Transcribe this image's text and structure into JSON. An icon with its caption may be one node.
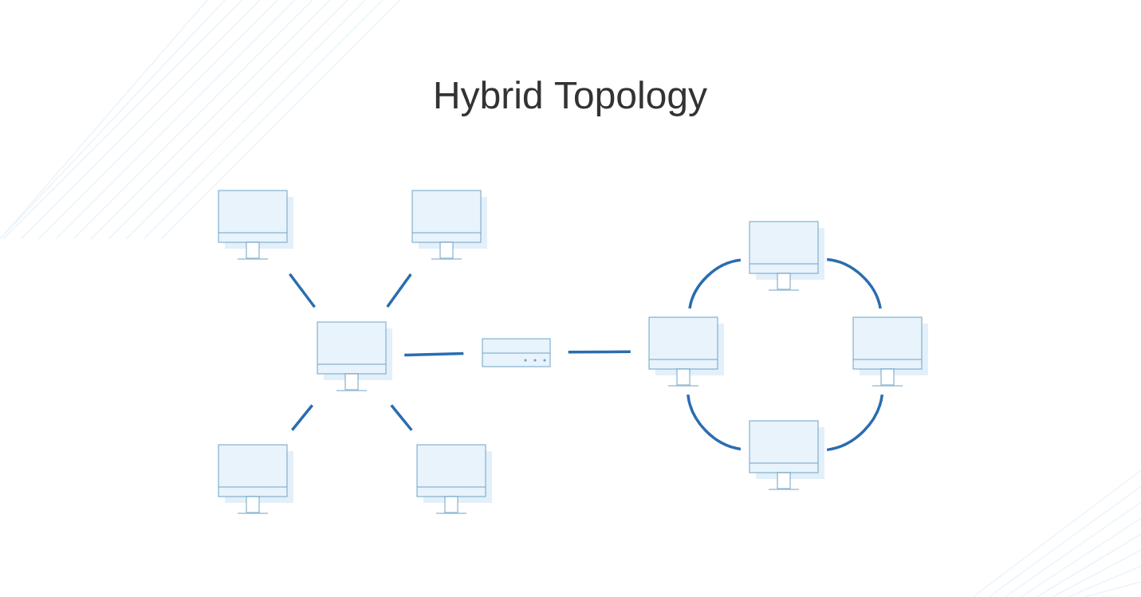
{
  "diagram": {
    "title": "Hybrid Topology",
    "nodes": [
      {
        "text": [],
        "shape": "monitor"
      },
      {
        "text": [],
        "shape": "monitor"
      },
      {
        "text": [],
        "shape": "monitor"
      },
      {
        "text": [],
        "shape": "monitor"
      },
      {
        "text": [],
        "shape": "switch"
      },
      {
        "text": [],
        "shape": "monitor"
      },
      {
        "text": [],
        "shape": "monitor"
      },
      {
        "text": [],
        "shape": "monitor"
      },
      {
        "text": [],
        "shape": "monitor"
      },
      {
        "text": [],
        "shape": "monitor"
      }
    ],
    "edges": [
      {
        "from": 0,
        "to": 3,
        "arrow": "none"
      },
      {
        "from": 1,
        "to": 3,
        "arrow": "none"
      },
      {
        "from": 3,
        "to": 8,
        "arrow": "none"
      },
      {
        "from": 3,
        "to": 9,
        "arrow": "none"
      },
      {
        "from": 3,
        "to": 4,
        "arrow": "none"
      },
      {
        "from": 4,
        "to": 5,
        "arrow": "none"
      },
      {
        "from": 5,
        "to": 2,
        "arrow": "none"
      },
      {
        "from": 2,
        "to": 6,
        "arrow": "none"
      },
      {
        "from": 6,
        "to": 7,
        "arrow": "none"
      },
      {
        "from": 7,
        "to": 5,
        "arrow": "none"
      }
    ]
  }
}
